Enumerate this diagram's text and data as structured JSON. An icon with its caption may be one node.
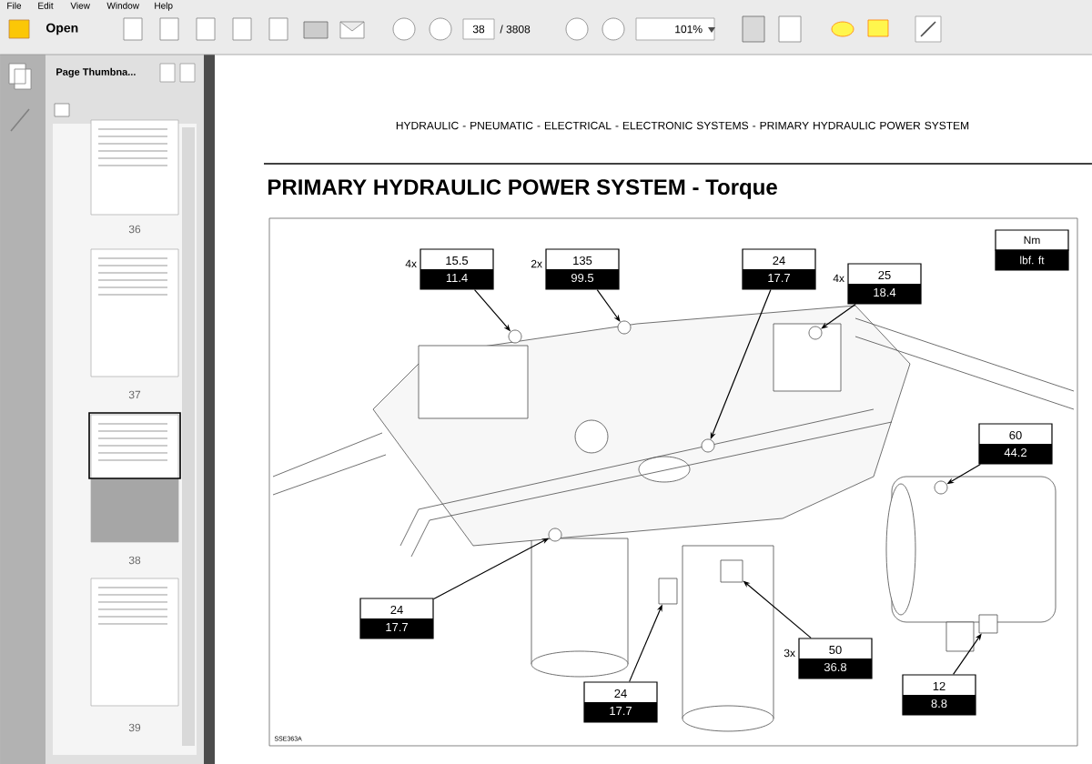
{
  "diagram": {
    "title": "PRIMARY HYDRAULIC POWER SYSTEM - Torque",
    "nodes": [
      {
        "text": [
          "15.5",
          "11.4"
        ],
        "beside": [
          "4x"
        ]
      },
      {
        "text": [
          "135",
          "99.5"
        ],
        "beside": [
          "2x"
        ]
      },
      {
        "text": [
          "24",
          "17.7"
        ]
      },
      {
        "text": [
          "25",
          "18.4"
        ],
        "beside": [
          "4x"
        ]
      },
      {
        "text": [
          "60",
          "44.2"
        ]
      },
      {
        "text": [
          "24",
          "17.7"
        ]
      },
      {
        "text": [
          "24",
          "17.7"
        ]
      },
      {
        "text": [
          "50",
          "36.8"
        ],
        "beside": [
          "3x"
        ]
      },
      {
        "text": [
          "12",
          "8.8"
        ]
      },
      {
        "text": [],
        "shape": "circle"
      },
      {
        "text": [],
        "shape": "circle"
      },
      {
        "text": [],
        "shape": "circle"
      },
      {
        "text": [],
        "shape": "circle"
      },
      {
        "text": [],
        "shape": "circle"
      },
      {
        "text": [],
        "shape": "circle"
      },
      {
        "text": [],
        "shape": "box"
      },
      {
        "text": [],
        "shape": "box"
      },
      {
        "text": [],
        "shape": "box"
      }
    ],
    "edges": [
      {
        "from": 0,
        "to": 9,
        "arrow": "to"
      },
      {
        "from": 1,
        "to": 11,
        "arrow": "to"
      },
      {
        "from": 2,
        "to": 12,
        "arrow": "to"
      },
      {
        "from": 3,
        "to": 13,
        "arrow": "to"
      },
      {
        "from": 4,
        "to": 14,
        "arrow": "to"
      },
      {
        "from": 5,
        "to": 10,
        "arrow": "to"
      },
      {
        "from": 6,
        "to": 15,
        "arrow": "to"
      },
      {
        "from": 7,
        "to": 16,
        "arrow": "to"
      },
      {
        "from": 8,
        "to": 17,
        "arrow": "to"
      }
    ],
    "labels": [
      "File",
      "Edit",
      "View",
      "Window",
      "Help",
      "Open",
      "38",
      "/ 3808",
      "101%",
      "Page Thumbna...",
      "36",
      "37",
      "38",
      "39",
      "HYDRAULIC - PNEUMATIC - ELECTRICAL - ELECTRONIC SYSTEMS - PRIMARY HYDRAULIC POWER SYSTEM",
      "SSE363A"
    ],
    "legend": [
      {
        "text": "Nm"
      },
      {
        "text": "lbf. ft",
        "color": "#000000"
      }
    ]
  }
}
